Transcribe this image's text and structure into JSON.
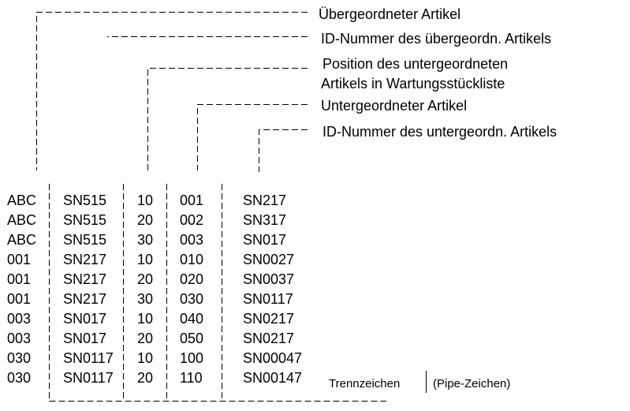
{
  "labels": {
    "parent_article": "Übergeordneter Artikel",
    "parent_id": "ID-Nummer des übergeordn. Artikels",
    "position_line1": "Position des untergeordneten",
    "position_line2": "Artikels in Wartungsstückliste",
    "child_article": "Untergeordneter Artikel",
    "child_id": "ID-Nummer des untergeordn. Artikels"
  },
  "rows": [
    [
      "ABC",
      "SN515",
      "10",
      "001",
      "SN217"
    ],
    [
      "ABC",
      "SN515",
      "20",
      "002",
      "SN317"
    ],
    [
      "ABC",
      "SN515",
      "30",
      "003",
      "SN017"
    ],
    [
      "001",
      "SN217",
      "10",
      "010",
      "SN0027"
    ],
    [
      "001",
      "SN217",
      "20",
      "020",
      "SN0037"
    ],
    [
      "001",
      "SN217",
      "30",
      "030",
      "SN0117"
    ],
    [
      "003",
      "SN017",
      "10",
      "040",
      "SN0217"
    ],
    [
      "003",
      "SN017",
      "20",
      "050",
      "SN0217"
    ],
    [
      "030",
      "SN0117",
      "10",
      "100",
      "SN00047"
    ],
    [
      "030",
      "SN0117",
      "20",
      "110",
      "SN00147"
    ]
  ],
  "separator_note": {
    "label": "Trennzeichen",
    "detail": "(Pipe-Zeichen)"
  }
}
